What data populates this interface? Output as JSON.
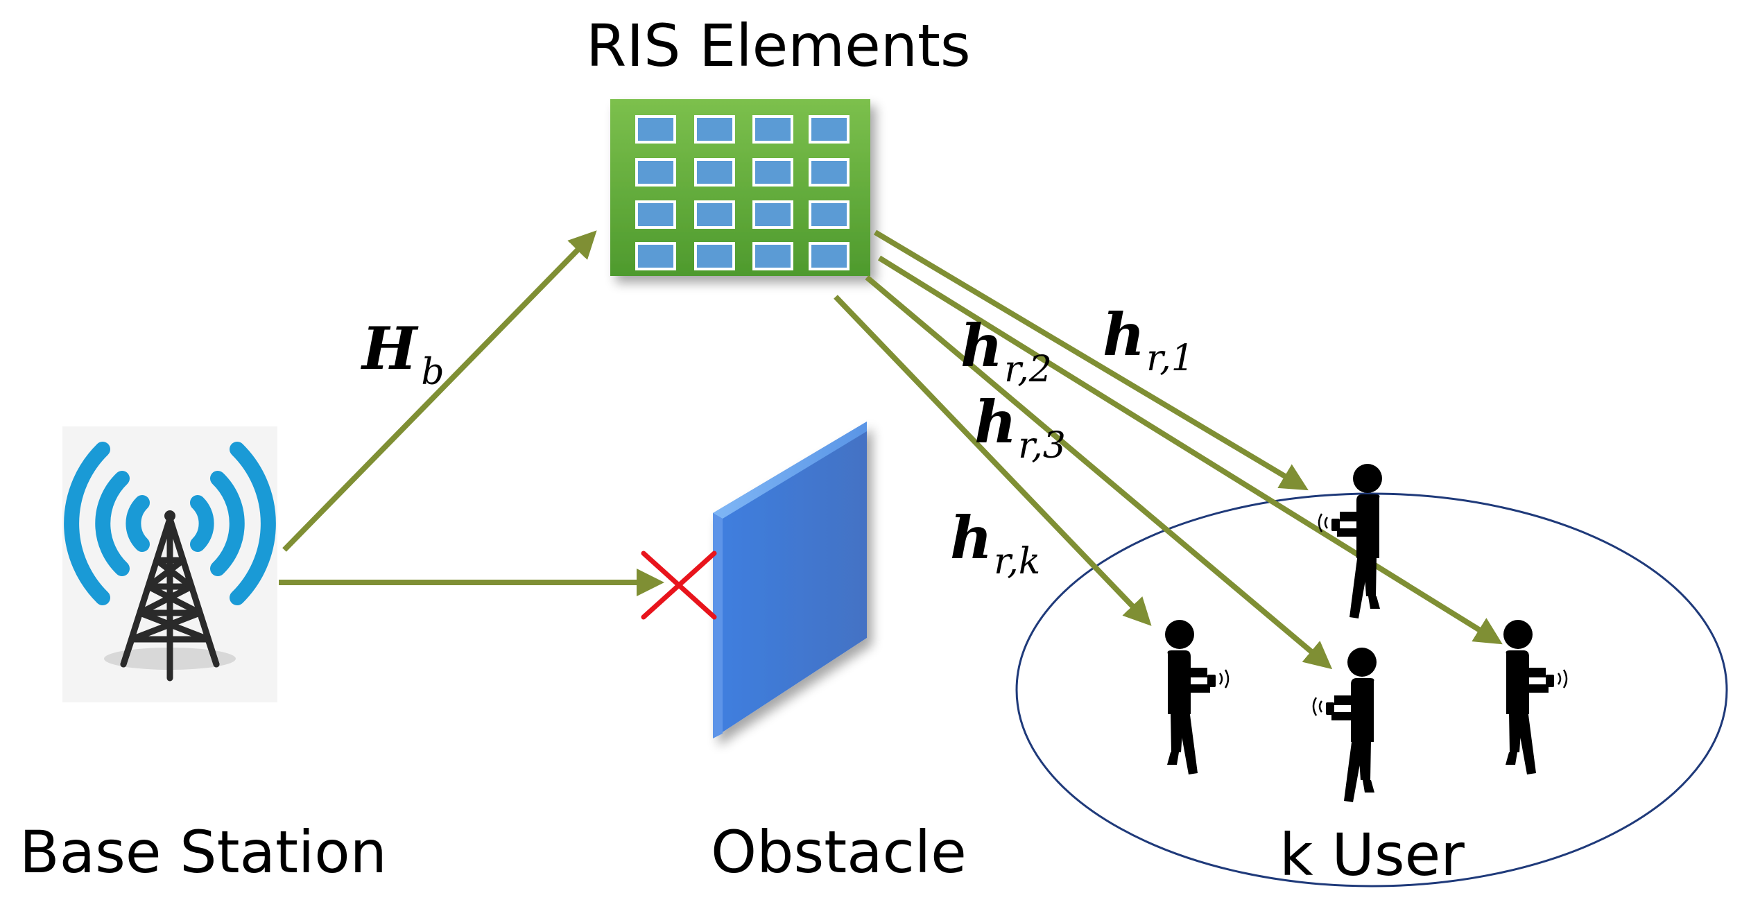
{
  "labels": {
    "ris": "RIS Elements",
    "base_station": "Base Station",
    "obstacle": "Obstacle",
    "users": "k User"
  },
  "channels": {
    "Hb": {
      "main": "H",
      "sub": "b"
    },
    "hr1": {
      "main": "h",
      "sub": "r,1"
    },
    "hr2": {
      "main": "h",
      "sub": "r,2"
    },
    "hr3": {
      "main": "h",
      "sub": "r,3"
    },
    "hrk": {
      "main": "h",
      "sub": "r,k"
    }
  },
  "colors": {
    "arrow": "#7f8f34",
    "ris_panel": "#6aa73f",
    "ris_cell": "#5b9bd5",
    "obstacle": "#4472c4",
    "signal_waves": "#1a9ad6",
    "blocked_mark": "#e8141c",
    "user_region": "#1f3a7a"
  },
  "icons": {
    "base_station": "cell-tower-icon",
    "user": "person-with-phone-icon",
    "blocked": "cross-mark-icon"
  }
}
